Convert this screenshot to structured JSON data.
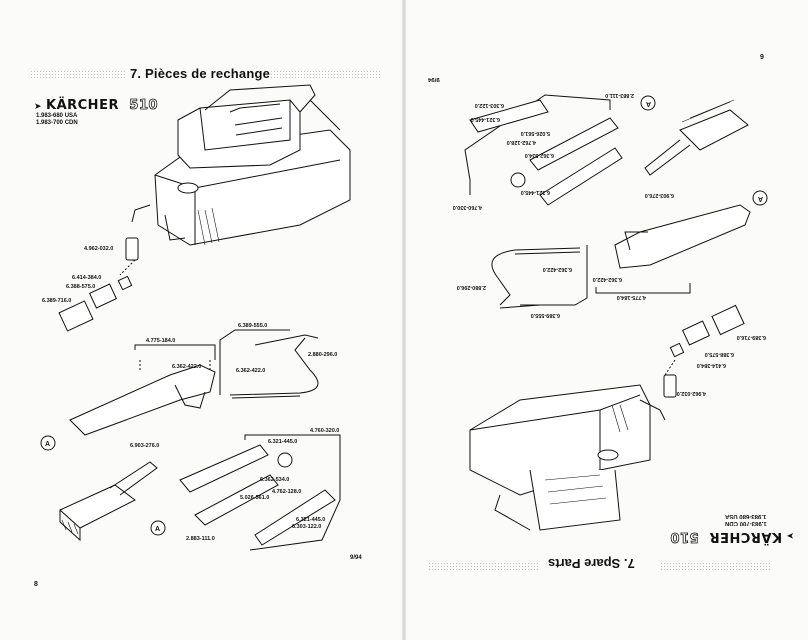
{
  "left_page": {
    "title": "7. Pièces de rechange",
    "brand": "KÄRCHER",
    "model": "510",
    "model_lines": [
      "1.983-680 USA",
      "1.983-700 CDN"
    ],
    "page_number": "8",
    "date_code": "9/94",
    "marker": "A",
    "part_numbers": {
      "filter": "4.962-032.0",
      "nipple": "6.414-384.0",
      "coupling": "6.388-575.0",
      "adapter": "6.389-716.0",
      "gun": "4.775-184.0",
      "gun_screw": "6.362-422.0",
      "hose": "6.389-555.0",
      "hose_clip": "2.880-296.0",
      "hose_screw": "6.362-422.0",
      "brush": "6.903-276.0",
      "lance": "4.760-320.0",
      "lance_part1": "6.321-445.0",
      "lance_nozzle": "6.362-534.0",
      "lance_part2": "4.762-128.0",
      "lance_part3": "5.026-561.0",
      "lance_part4": "6.321-445.0",
      "lance_part5": "6.303-122.0",
      "lance_part6": "2.883-111.0"
    }
  },
  "right_page": {
    "title": "7. Spare Parts",
    "brand": "KÄRCHER",
    "model": "510",
    "model_lines": [
      "1.983-680 USA",
      "1.983-700 CDN"
    ],
    "page_number": "9",
    "date_code": "9/94",
    "marker": "A",
    "part_numbers": {
      "lance_part6": "2.883-111.0",
      "lance_part5": "6.303-122.0",
      "lance_part1": "6.321-445.0",
      "lance_part2": "4.762-128.0",
      "lance_part3": "5.026-561.0",
      "lance_nozzle": "6.362-534.0",
      "lance_part4": "6.321-445.0",
      "lance": "4.760-330.0",
      "brush": "6.903-276.0",
      "hose_clip": "2.880-296.0",
      "hose_screw": "6.362-422.0",
      "hose": "6.389-555.0",
      "gun_screw": "6.362-422.0",
      "gun": "4.775-184.0",
      "adapter": "6.389-716.0",
      "coupling": "6.388-575.0",
      "nipple": "6.414-384.0",
      "filter": "4.962-032.0"
    }
  }
}
